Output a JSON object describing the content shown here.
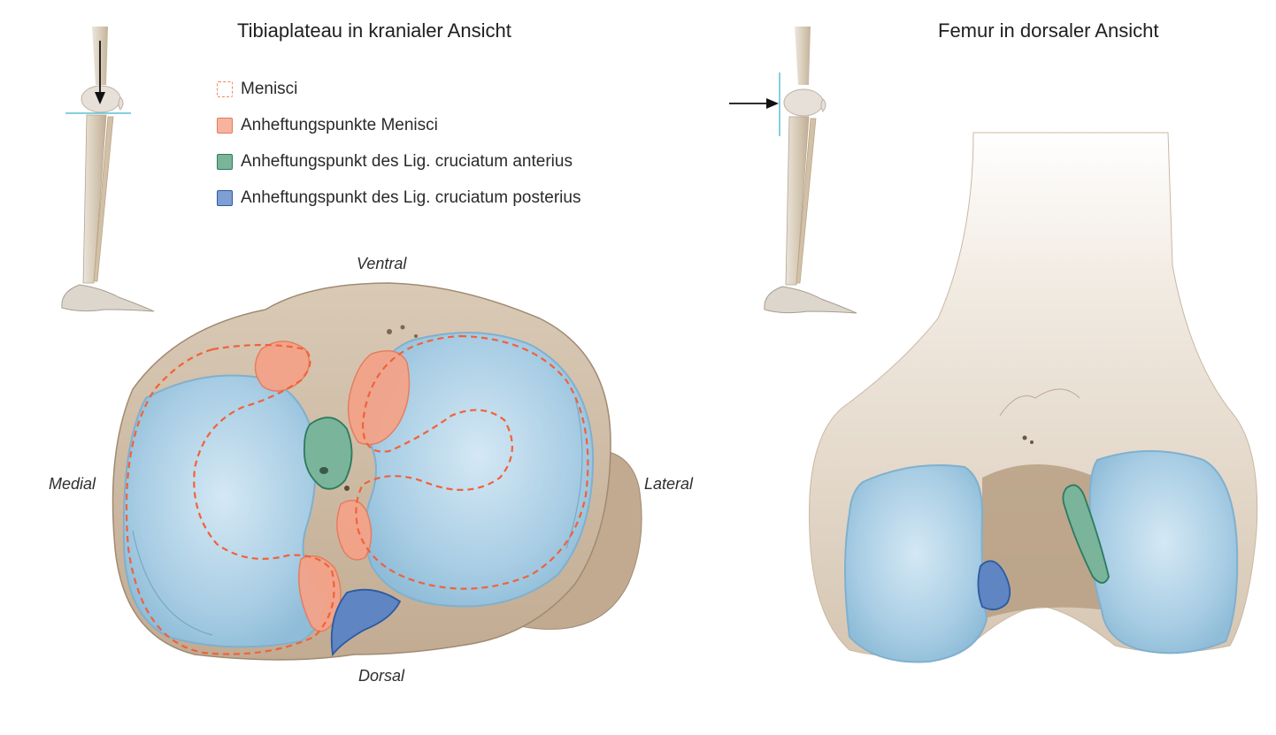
{
  "titles": {
    "tibia": "Tibiaplateau in kranialer Ansicht",
    "femur": "Femur in dorsaler Ansicht"
  },
  "legend": [
    {
      "label": "Menisci",
      "style": "dashed",
      "color": "#f0855e"
    },
    {
      "label": "Anheftungspunkte Menisci",
      "style": "filled",
      "color": "#f6b49f"
    },
    {
      "label": "Anheftungspunkt des Lig. cruciatum anterius",
      "style": "filled",
      "color": "#79b49b"
    },
    {
      "label": "Anheftungspunkt des Lig. cruciatum posterius",
      "style": "filled",
      "color": "#7e9fd3"
    }
  ],
  "directions": {
    "ventral": "Ventral",
    "dorsal": "Dorsal",
    "medial": "Medial",
    "lateral": "Lateral"
  },
  "colors": {
    "bone": "#cdb9a2",
    "cartilage": "#a9cfe6",
    "meniscus_line": "#f0623a",
    "section_line": "#5bc0d6"
  }
}
